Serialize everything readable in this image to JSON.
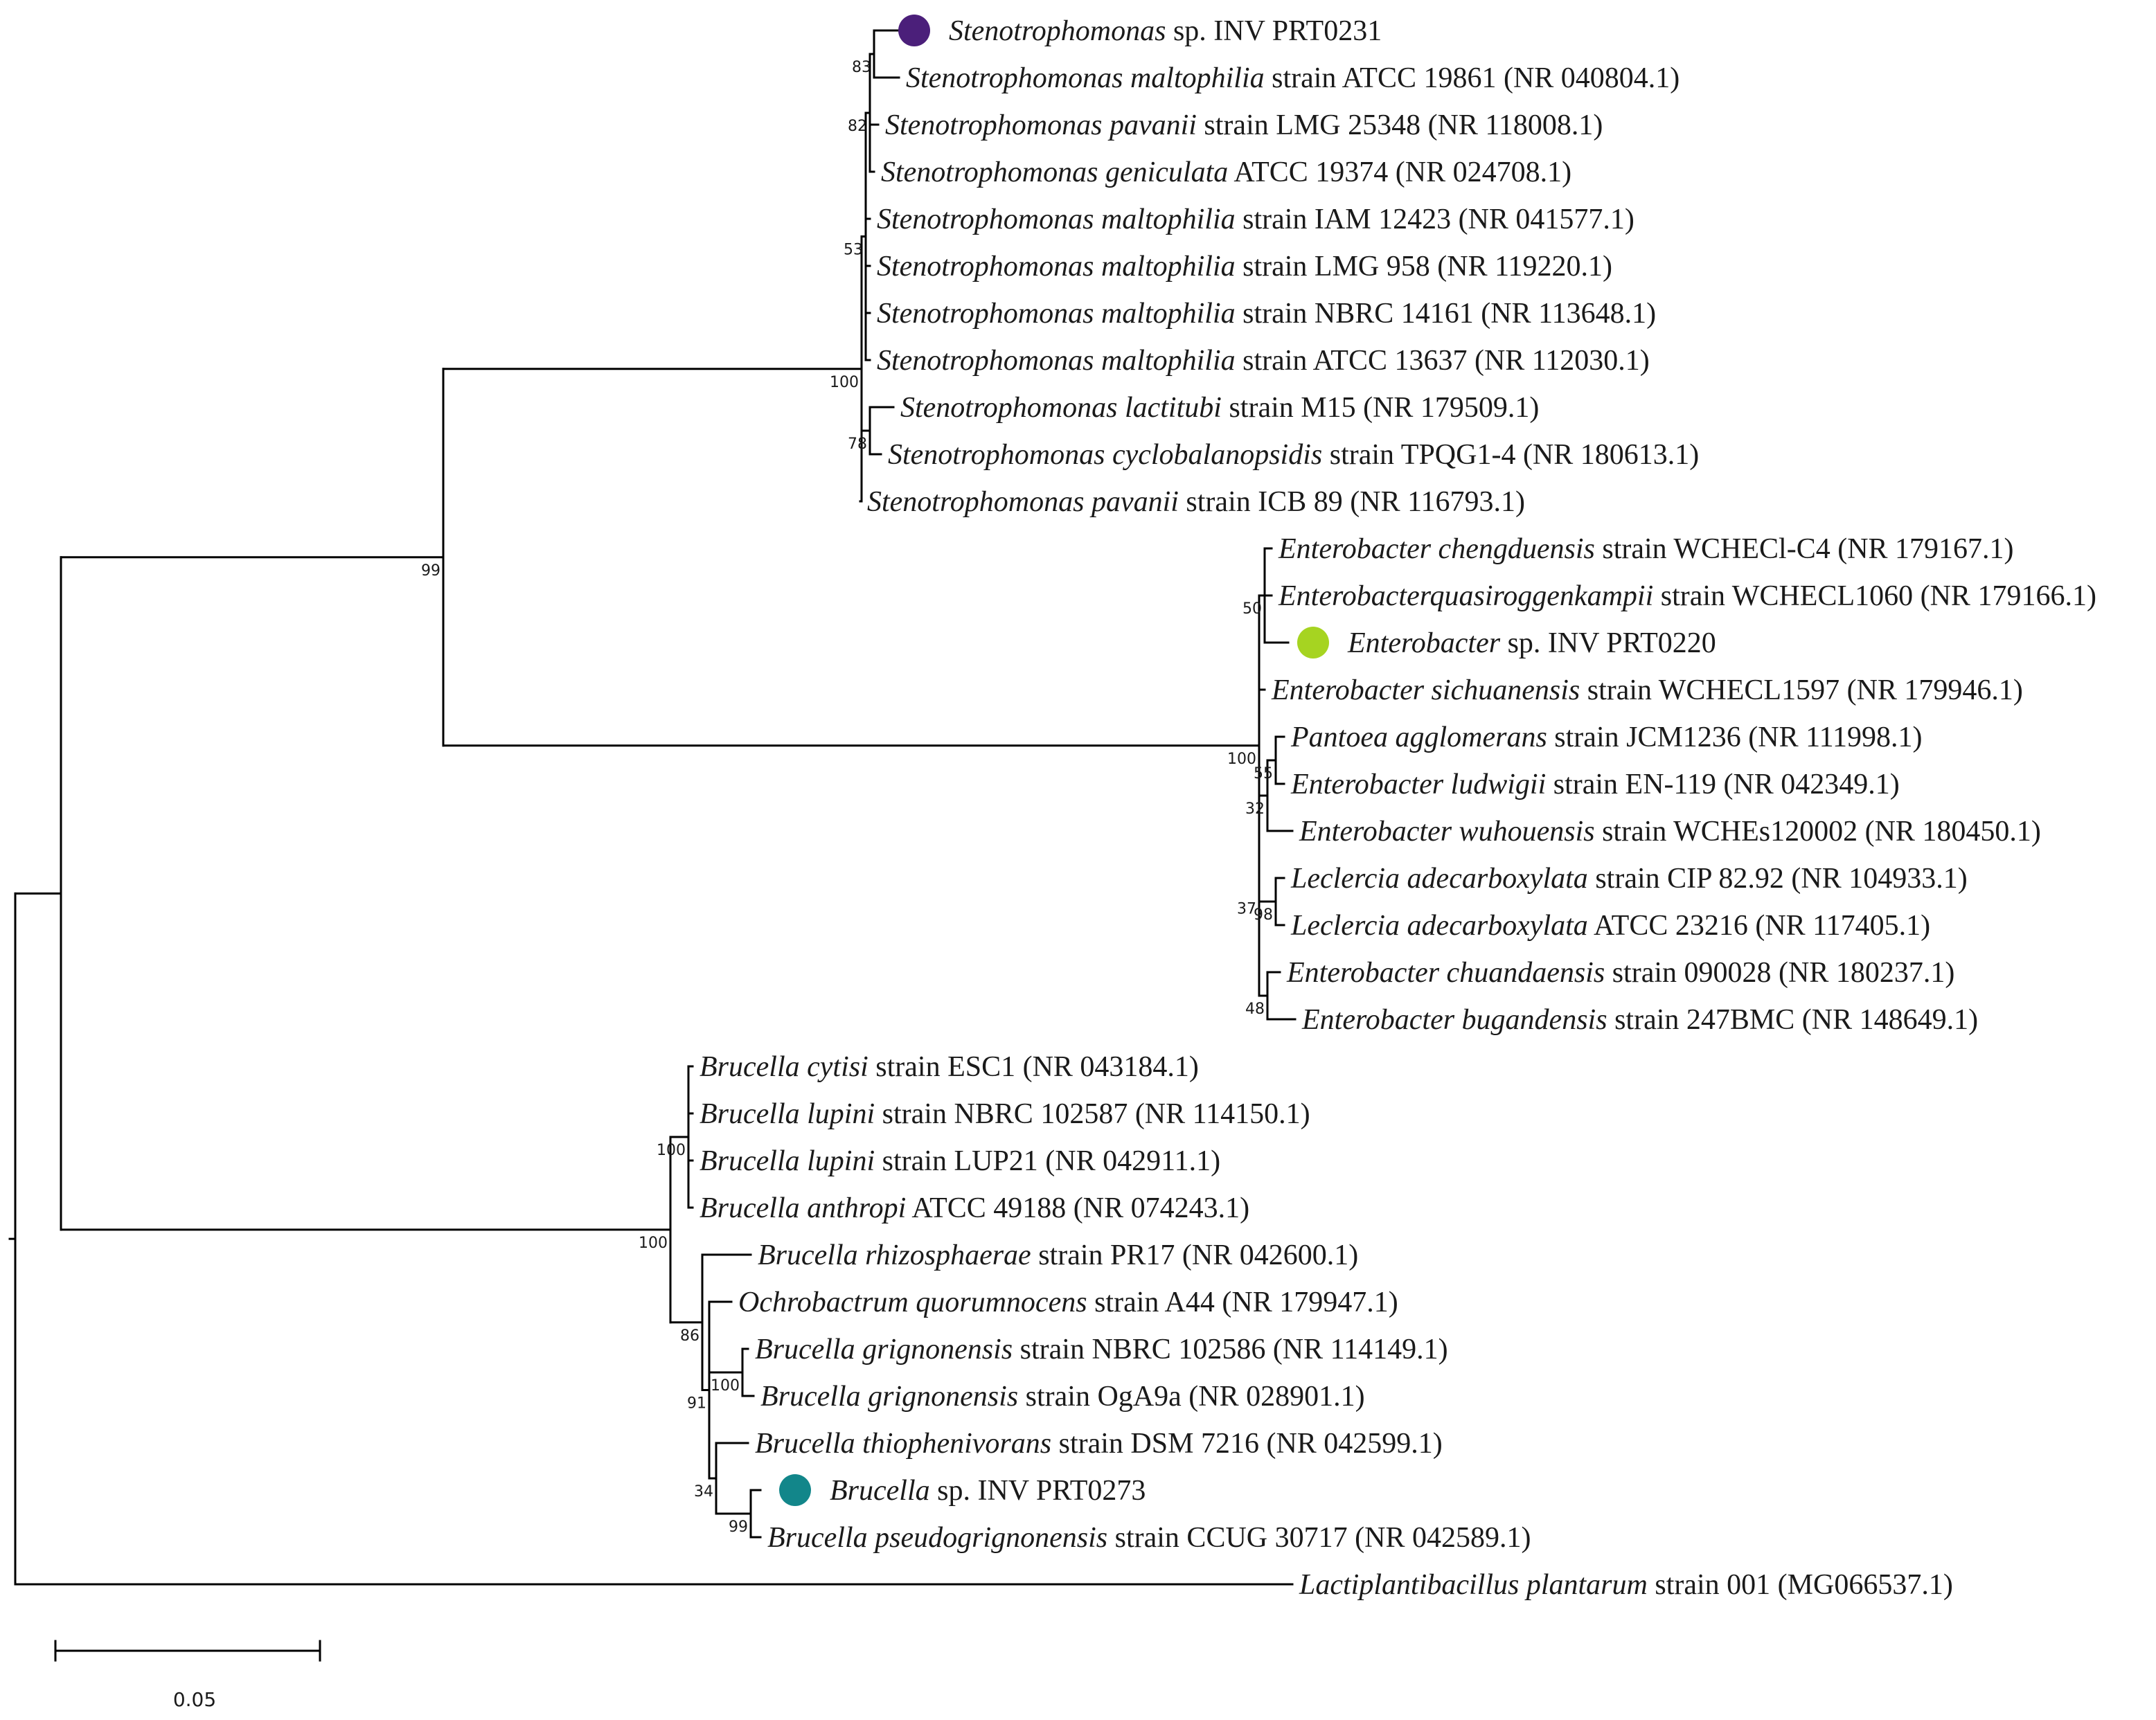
{
  "tree": {
    "leaves": [
      {
        "id": "L0",
        "genus": "Stenotrophomonas",
        "rest": " sp. INV PRT0231",
        "marker": "#4b1f7a"
      },
      {
        "id": "L1",
        "genus": "Stenotrophomonas maltophilia",
        "rest": " strain ATCC 19861 (NR 040804.1)"
      },
      {
        "id": "L2",
        "genus": "Stenotrophomonas pavanii",
        "rest": " strain LMG 25348 (NR 118008.1)"
      },
      {
        "id": "L3",
        "genus": "Stenotrophomonas geniculata",
        "rest": " ATCC 19374 (NR 024708.1)"
      },
      {
        "id": "L4",
        "genus": "Stenotrophomonas maltophilia",
        "rest": " strain IAM 12423 (NR 041577.1)"
      },
      {
        "id": "L5",
        "genus": "Stenotrophomonas maltophilia",
        "rest": " strain LMG 958 (NR 119220.1)"
      },
      {
        "id": "L6",
        "genus": "Stenotrophomonas maltophilia",
        "rest": " strain NBRC 14161 (NR 113648.1)"
      },
      {
        "id": "L7",
        "genus": "Stenotrophomonas maltophilia",
        "rest": " strain ATCC 13637 (NR 112030.1)"
      },
      {
        "id": "L8",
        "genus": "Stenotrophomonas lactitubi",
        "rest": " strain M15 (NR 179509.1)"
      },
      {
        "id": "L9",
        "genus": "Stenotrophomonas cyclobalanopsidis",
        "rest": " strain TPQG1-4 (NR 180613.1)"
      },
      {
        "id": "L10",
        "genus": "Stenotrophomonas pavanii",
        "rest": " strain ICB 89 (NR 116793.1)"
      },
      {
        "id": "L11",
        "genus": "Enterobacter chengduensis",
        "rest": " strain WCHECl-C4 (NR 179167.1)"
      },
      {
        "id": "L12",
        "genus": "Enterobacterquasiroggenkampii",
        "rest": " strain WCHECL1060 (NR 179166.1)"
      },
      {
        "id": "L13",
        "genus": "Enterobacter",
        "rest": " sp. INV PRT0220",
        "marker": "#a6d421"
      },
      {
        "id": "L14",
        "genus": "Enterobacter sichuanensis",
        "rest": " strain WCHECL1597 (NR 179946.1)"
      },
      {
        "id": "L15",
        "genus": "Pantoea agglomerans",
        "rest": " strain JCM1236 (NR 111998.1)"
      },
      {
        "id": "L16",
        "genus": "Enterobacter ludwigii",
        "rest": " strain EN-119 (NR 042349.1)"
      },
      {
        "id": "L17",
        "genus": "Enterobacter wuhouensis",
        "rest": " strain WCHEs120002 (NR 180450.1)"
      },
      {
        "id": "L18",
        "genus": "Leclercia adecarboxylata",
        "rest": " strain CIP 82.92 (NR 104933.1)"
      },
      {
        "id": "L19",
        "genus": "Leclercia adecarboxylata",
        "rest": " ATCC 23216 (NR 117405.1)"
      },
      {
        "id": "L20",
        "genus": "Enterobacter chuandaensis",
        "rest": " strain 090028 (NR 180237.1)"
      },
      {
        "id": "L21",
        "genus": "Enterobacter bugandensis",
        "rest": " strain 247BMC (NR 148649.1)"
      },
      {
        "id": "L22",
        "genus": "Brucella cytisi",
        "rest": " strain ESC1 (NR 043184.1)"
      },
      {
        "id": "L23",
        "genus": "Brucella lupini",
        "rest": " strain NBRC 102587 (NR 114150.1)"
      },
      {
        "id": "L24",
        "genus": "Brucella lupini",
        "rest": " strain LUP21 (NR 042911.1)"
      },
      {
        "id": "L25",
        "genus": "Brucella anthropi",
        "rest": " ATCC 49188 (NR 074243.1)"
      },
      {
        "id": "L26",
        "genus": "Brucella rhizosphaerae",
        "rest": " strain PR17 (NR 042600.1)"
      },
      {
        "id": "L27",
        "genus": "Ochrobactrum quorumnocens",
        "rest": " strain A44 (NR 179947.1)"
      },
      {
        "id": "L28",
        "genus": "Brucella grignonensis",
        "rest": " strain NBRC 102586 (NR 114149.1)"
      },
      {
        "id": "L29",
        "genus": "Brucella grignonensis",
        "rest": " strain OgA9a (NR 028901.1)"
      },
      {
        "id": "L30",
        "genus": "Brucella thiophenivorans",
        "rest": " strain DSM 7216 (NR 042599.1)"
      },
      {
        "id": "L31",
        "genus": "Brucella",
        "rest": " sp. INV PRT0273",
        "marker": "#12868a"
      },
      {
        "id": "L32",
        "genus": "Brucella pseudogrignonensis",
        "rest": " strain CCUG 30717 (NR 042589.1)"
      },
      {
        "id": "L33",
        "genus": "Lactiplantibacillus plantarum",
        "rest": " strain 001 (MG066537.1)"
      }
    ],
    "bootstrap": [
      "83",
      "82",
      "53",
      "100",
      "78",
      "99",
      "50",
      "100",
      "55",
      "32",
      "37",
      "98",
      "48",
      "100",
      "100",
      "86",
      "91",
      "100",
      "34",
      "99"
    ],
    "scale_bar": {
      "label": "0.05",
      "length": 0.05
    }
  }
}
